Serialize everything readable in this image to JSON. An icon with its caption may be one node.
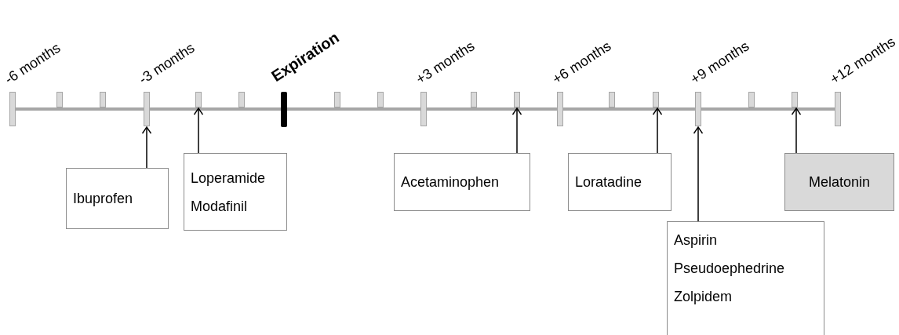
{
  "diagram": {
    "nodes": [
      {
        "text": [],
        "shape": "box",
        "beside": [
          "-6 months"
        ]
      },
      {
        "text": [],
        "shape": "box"
      },
      {
        "text": [],
        "shape": "box"
      },
      {
        "text": [],
        "shape": "box",
        "beside": [
          "-3 months"
        ]
      },
      {
        "text": [],
        "shape": "box"
      },
      {
        "text": [],
        "shape": "box"
      },
      {
        "text": [],
        "shape": "bar",
        "beside": [
          "Expiration"
        ]
      },
      {
        "text": [],
        "shape": "box"
      },
      {
        "text": [],
        "shape": "box"
      },
      {
        "text": [],
        "shape": "box",
        "beside": [
          "+3 months"
        ]
      },
      {
        "text": [],
        "shape": "box"
      },
      {
        "text": [],
        "shape": "box"
      },
      {
        "text": [],
        "shape": "box",
        "beside": [
          "+6 months"
        ]
      },
      {
        "text": [],
        "shape": "box"
      },
      {
        "text": [],
        "shape": "box"
      },
      {
        "text": [],
        "shape": "box",
        "beside": [
          "+9 months"
        ]
      },
      {
        "text": [],
        "shape": "box"
      },
      {
        "text": [],
        "shape": "box"
      },
      {
        "text": [],
        "shape": "box",
        "beside": [
          "+12 months"
        ]
      },
      {
        "text": [
          "Ibuprofen"
        ]
      },
      {
        "text": [
          "Loperamide",
          "Modafinil"
        ]
      },
      {
        "text": [
          "Acetaminophen"
        ]
      },
      {
        "text": [
          "Loratadine"
        ]
      },
      {
        "text": [
          "Melatonin"
        ]
      },
      {
        "text": [
          "Aspirin",
          "Pseudoephedrine",
          "Zolpidem"
        ]
      }
    ],
    "edges": [
      {
        "from": 19,
        "to": 3,
        "arrow": "to"
      },
      {
        "from": 20,
        "to": 4,
        "arrow": "to"
      },
      {
        "from": 21,
        "to": 11,
        "arrow": "to"
      },
      {
        "from": 22,
        "to": 14,
        "arrow": "to"
      },
      {
        "from": 23,
        "to": 17,
        "arrow": "to"
      },
      {
        "from": 24,
        "to": 15,
        "arrow": "to"
      }
    ]
  }
}
